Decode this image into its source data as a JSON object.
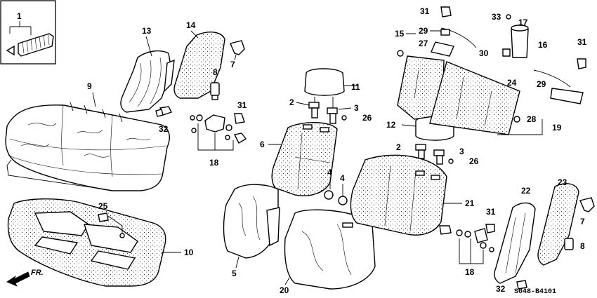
{
  "diagram_code": "S048-B4101",
  "direction_label": "FR.",
  "callouts": {
    "c1": "1",
    "c2a": "2",
    "c2b": "2",
    "c3a": "3",
    "c3b": "3",
    "c4a": "4",
    "c4b": "4",
    "c5": "5",
    "c6": "6",
    "c7a": "7",
    "c7b": "7",
    "c8a": "8",
    "c8b": "8",
    "c9": "9",
    "c10": "10",
    "c11": "11",
    "c12": "12",
    "c13": "13",
    "c14": "14",
    "c15": "15",
    "c16": "16",
    "c17": "17",
    "c18a": "18",
    "c18b": "18",
    "c19": "19",
    "c20": "20",
    "c21": "21",
    "c22": "22",
    "c23": "23",
    "c24": "24",
    "c25": "25",
    "c26a": "26",
    "c26b": "26",
    "c27": "27",
    "c28": "28",
    "c29a": "29",
    "c29b": "29",
    "c30": "30",
    "c31a": "31",
    "c31b": "31",
    "c31c": "31",
    "c31d": "31",
    "c32a": "32",
    "c32b": "32",
    "c33": "33"
  }
}
